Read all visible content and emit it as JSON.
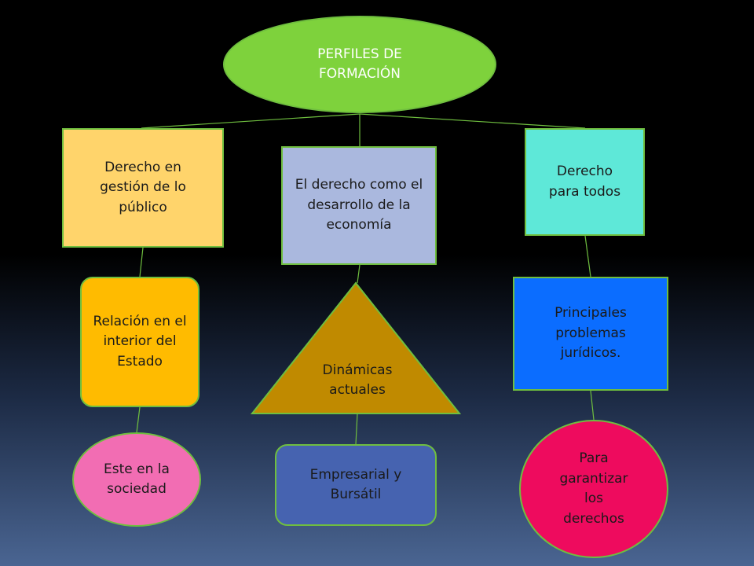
{
  "nodes": {
    "root": "PERFILES DE FORMACIÓN",
    "derecho_gestion": "Derecho en gestión de lo público",
    "derecho_economia": "El derecho como el desarrollo de la economía",
    "derecho_todos": "Derecho para todos",
    "relacion_estado": "Relación en el interior del Estado",
    "dinamicas": "Dinámicas actuales",
    "problemas": "Principales problemas jurídicos.",
    "sociedad": "Este en la sociedad",
    "empresarial": "Empresarial y Bursátil",
    "garantizar": "Para garantizar los derechos"
  },
  "colors": {
    "root": "#7ed23c",
    "derecho_gestion": "#ffd46b",
    "derecho_economia": "#aab8de",
    "derecho_todos": "#5ee8d8",
    "relacion_estado": "#ffbb00",
    "dinamicas": "#c08a00",
    "problemas": "#0b6dff",
    "sociedad": "#f26db3",
    "empresarial": "#4663b0",
    "garantizar": "#ee0b5e",
    "connector": "#6fbe3f"
  }
}
